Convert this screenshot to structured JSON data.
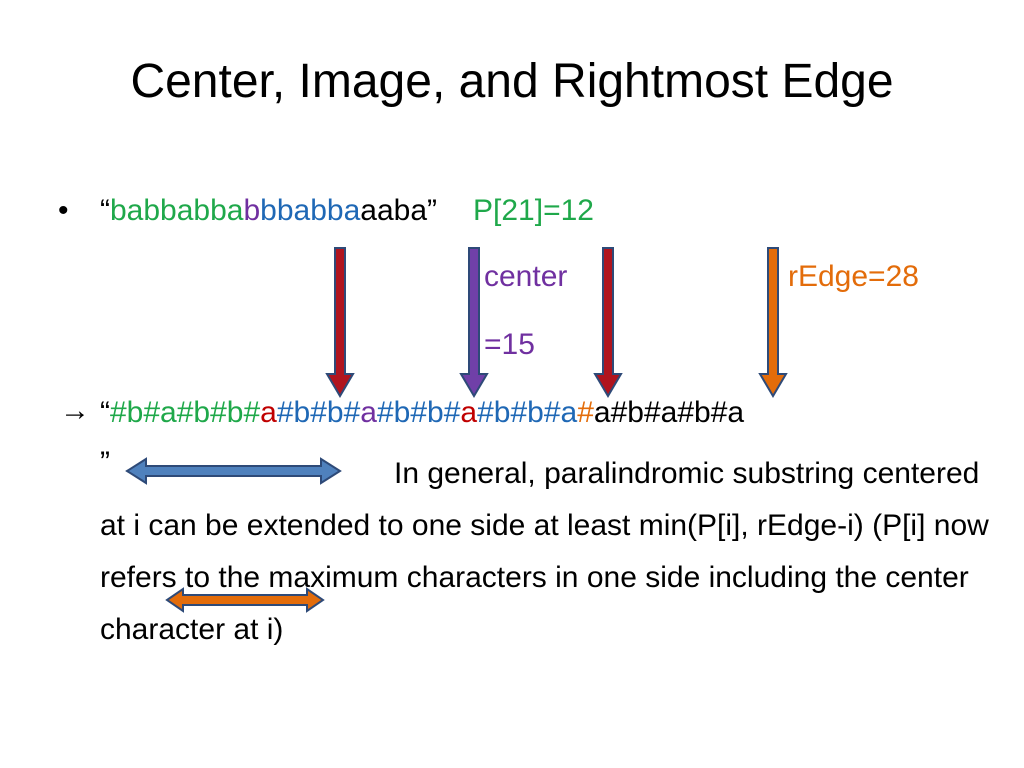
{
  "title": "Center, Image, and Rightmost Edge",
  "colors": {
    "green": "#1fa84a",
    "blue": "#1f68b5",
    "purple": "#7030a0",
    "red": "#c00000",
    "orange": "#e36c0a",
    "arrow_red_fill": "#b0141e",
    "arrow_purple_fill": "#7040a8",
    "arrow_orange_fill": "#e36c0a",
    "arrow_blue_fill": "#4f81bd",
    "arrow_outline": "#2e4a78"
  },
  "bullet": {
    "dot": "•",
    "open_quote": "“",
    "seg_green": "babbabba",
    "seg_purple": "b",
    "seg_blue": "bbabba",
    "seg_black": "aaba",
    "close_quote": "”",
    "p_value": "P[21]=12"
  },
  "labels": {
    "center": "center",
    "center_value": "=15",
    "redge": "rEdge=28"
  },
  "transformed": {
    "arrow_glyph": "→",
    "open_quote": "“",
    "seg1": "#b#a#b#b#",
    "seg2": "a",
    "seg3": "#b#b#",
    "seg4": "a",
    "seg5": "#b#b#",
    "seg6": "a",
    "seg7": "#b#b#",
    "seg8": "a",
    "seg9": "#",
    "seg10": "a#b#a#b#a",
    "close_quote": "”"
  },
  "paragraph": "In general, paralindromic substring centered at i can be extended to one side at least min(P[i], rEdge-i) (P[i] now refers to the maximum characters in one side including the center character at i)"
}
